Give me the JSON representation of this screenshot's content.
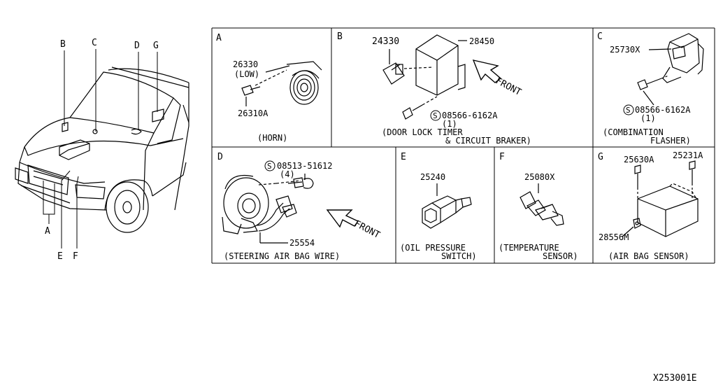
{
  "car": {
    "callouts": [
      "B",
      "C",
      "D",
      "G",
      "A",
      "E",
      "F"
    ]
  },
  "panels": {
    "a": {
      "letter": "A",
      "part_low": "26330",
      "low": "(LOW)",
      "bolt": "26310A",
      "caption": "(HORN)"
    },
    "b": {
      "letter": "B",
      "part_relay": "24330",
      "part_timer": "28450",
      "screw": "08566-6162A",
      "qty": "(1)",
      "front": "FRONT",
      "caption1": "(DOOR LOCK TIMER",
      "caption2": "& CIRCUIT BRAKER)"
    },
    "c": {
      "letter": "C",
      "part": "25730X",
      "screw": "08566-6162A",
      "qty": "(1)",
      "caption1": "(COMBINATION",
      "caption2": "FLASHER)"
    },
    "d": {
      "letter": "D",
      "screw": "08513-51612",
      "qty": "(4)",
      "part": "25554",
      "front": "FRONT",
      "caption": "(STEERING AIR BAG WIRE)"
    },
    "e": {
      "letter": "E",
      "part": "25240",
      "caption1": "(OIL PRESSURE",
      "caption2": "SWITCH)"
    },
    "f": {
      "letter": "F",
      "part": "25080X",
      "caption1": "(TEMPERATURE",
      "caption2": "SENSOR)"
    },
    "g": {
      "letter": "G",
      "bolt1": "25630A",
      "bolt2": "25231A",
      "part": "28556M",
      "caption": "(AIR BAG SENSOR)"
    }
  },
  "screw_symbol": "S",
  "drawing_number": "X253001E"
}
